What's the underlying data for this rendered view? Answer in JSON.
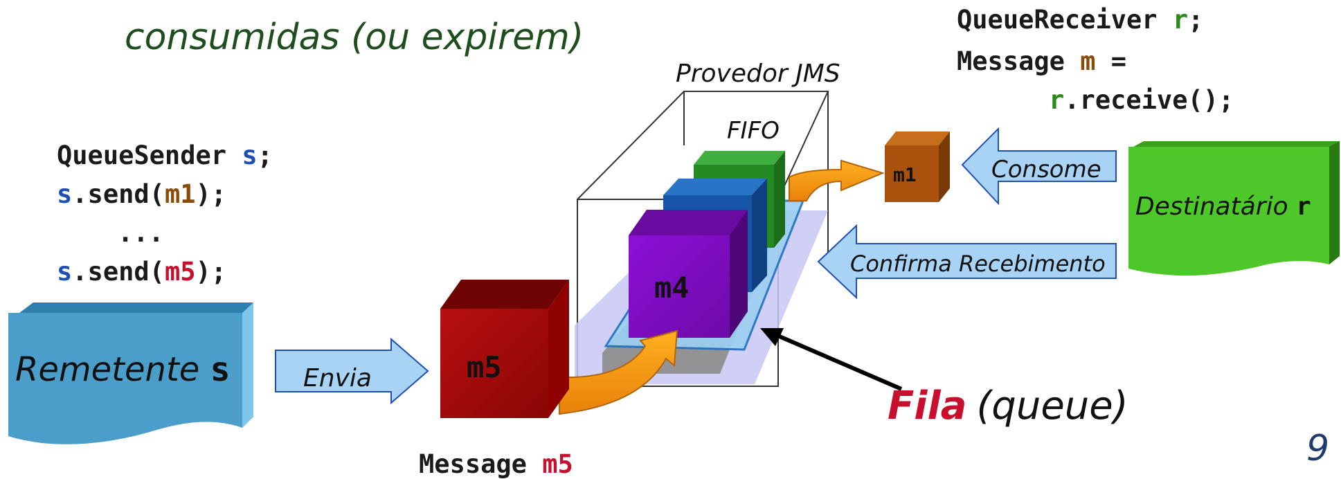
{
  "title": "consumidas (ou expirem)",
  "slide_number": "9",
  "provider_label": "Provedor JMS",
  "fifo_label": "FIFO",
  "queue_label": {
    "main": "Fila",
    "sub": "(queue)"
  },
  "sender_code": {
    "line1": {
      "type": "QueueSender ",
      "var": "s",
      "end": ";"
    },
    "line2": {
      "var": "s",
      "mid": ".send(",
      "arg": "m1",
      "end": ");"
    },
    "line3": "...",
    "line4": {
      "var": "s",
      "mid": ".send(",
      "arg": "m5",
      "end": ");"
    }
  },
  "receiver_code": {
    "line1": {
      "type": "QueueReceiver ",
      "var": "r",
      "end": ";"
    },
    "line2": {
      "type": "Message ",
      "var": "m",
      "end": " ="
    },
    "line3": {
      "var": "r",
      "end": ".receive();"
    }
  },
  "message_caption": {
    "type": "Message ",
    "var": "m5"
  },
  "sender_box": {
    "label": "Remetente ",
    "var": "s",
    "color": "#4a9ec9"
  },
  "receiver_box": {
    "label": "Destinatário ",
    "var": "r",
    "color": "#4ec72a"
  },
  "arrows": {
    "send": "Envia",
    "consume": "Consome",
    "ack": "Confirma Recebimento"
  },
  "messages": {
    "m5": "m5",
    "m4": "m4",
    "m1": "m1"
  },
  "colors": {
    "m5": "#a60a0a",
    "m4": "#8a0fcc",
    "m3": "#1556a8",
    "m2": "#2a8a2a",
    "m1": "#a8520e",
    "arrow": "#a9d3f5",
    "orange": "#f59a0a"
  }
}
